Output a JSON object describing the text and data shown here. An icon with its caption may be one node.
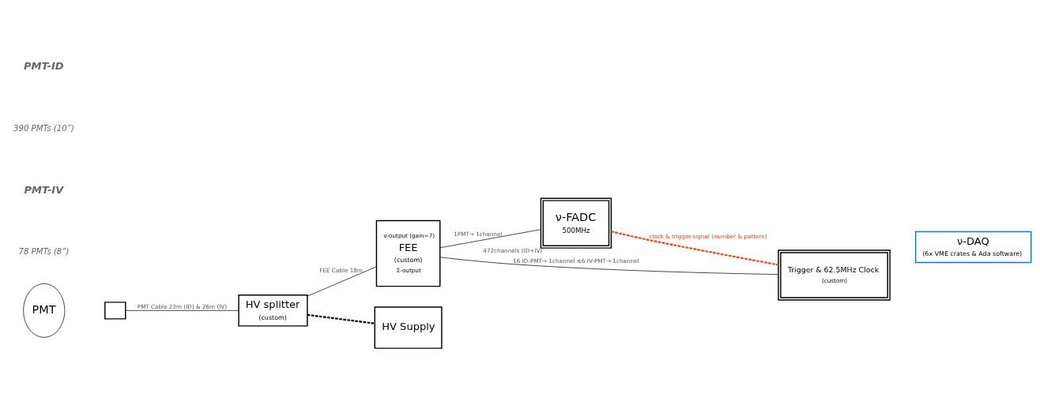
{
  "diagram": {
    "nodes": [
      {
        "text": [
          "PMT"
        ]
      },
      {
        "text": [],
        "shape": "box"
      },
      {
        "text": [
          "HV splitter",
          "(custom)"
        ]
      },
      {
        "text": [
          "ν-output (gain=7)",
          "FEE",
          "(custom)",
          "Σ-output"
        ]
      },
      {
        "text": [
          "ν-FADC",
          "500MHz"
        ],
        "beside": [
          "472channels (ID+IV)"
        ]
      },
      {
        "text": [
          "Trigger & 62.5MHz Clock",
          "(custom)"
        ]
      },
      {
        "text": [
          "HV Supply"
        ]
      },
      {
        "text": [
          "ν-DAQ",
          "(6x VME crates & Ada software)"
        ]
      }
    ],
    "edges": [
      {
        "from": 1,
        "to": 2,
        "arrow": "none",
        "label": "PMT Cable 22m (ID) & 26m (IV)"
      },
      {
        "from": 2,
        "to": 3,
        "arrow": "none",
        "label": "FEE Cable 18m"
      },
      {
        "from": 3,
        "to": 4,
        "arrow": "none",
        "label": "1PMT→ 1channel"
      },
      {
        "from": 2,
        "to": 6,
        "arrow": "none",
        "style": "dashed"
      },
      {
        "from": 4,
        "to": 5,
        "arrow": "none",
        "style": "dashed",
        "color": "#ff3b1f",
        "label": "clock & trigger-signal (number & pattern)"
      },
      {
        "from": 3,
        "to": 5,
        "arrow": "none",
        "label": "16 ID-PMT→ 1channel ≤6 IV-PMT→ 1channel"
      }
    ],
    "labels": [
      "PMT-ID",
      "390 PMTs (10”)",
      "PMT-IV",
      "78 PMTs (8”)"
    ]
  }
}
